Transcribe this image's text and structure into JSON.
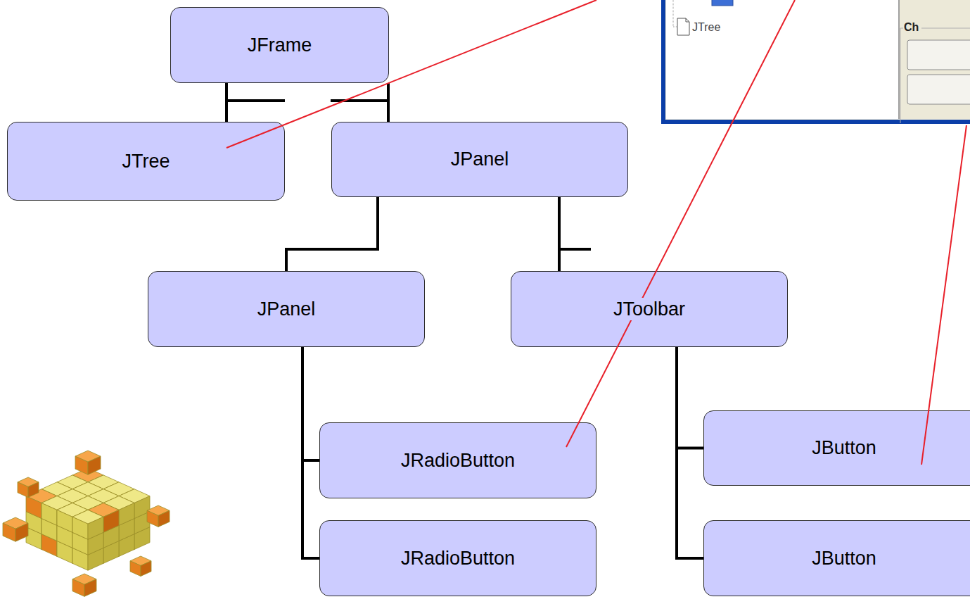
{
  "diagram": {
    "nodes": [
      {
        "text": [
          "JFrame"
        ]
      },
      {
        "text": [
          "JTree"
        ]
      },
      {
        "text": [
          "JPanel"
        ]
      },
      {
        "text": [
          "JPanel"
        ]
      },
      {
        "text": [
          "JToolbar"
        ]
      },
      {
        "text": [
          "JRadioButton"
        ]
      },
      {
        "text": [
          "JRadioButton"
        ]
      },
      {
        "text": [
          "JButton"
        ]
      },
      {
        "text": [
          "JButton"
        ]
      }
    ],
    "edges": [
      {
        "from": 0,
        "to": 1,
        "arrow": "none"
      },
      {
        "from": 0,
        "to": 2,
        "arrow": "none"
      },
      {
        "from": 2,
        "to": 3,
        "arrow": "none"
      },
      {
        "from": 2,
        "to": 4,
        "arrow": "none"
      },
      {
        "from": 3,
        "to": 5,
        "arrow": "none"
      },
      {
        "from": 3,
        "to": 6,
        "arrow": "none"
      },
      {
        "from": 4,
        "to": 7,
        "arrow": "none"
      },
      {
        "from": 4,
        "to": 8,
        "arrow": "none"
      }
    ],
    "labels": [
      "JTree",
      "Ch"
    ]
  }
}
